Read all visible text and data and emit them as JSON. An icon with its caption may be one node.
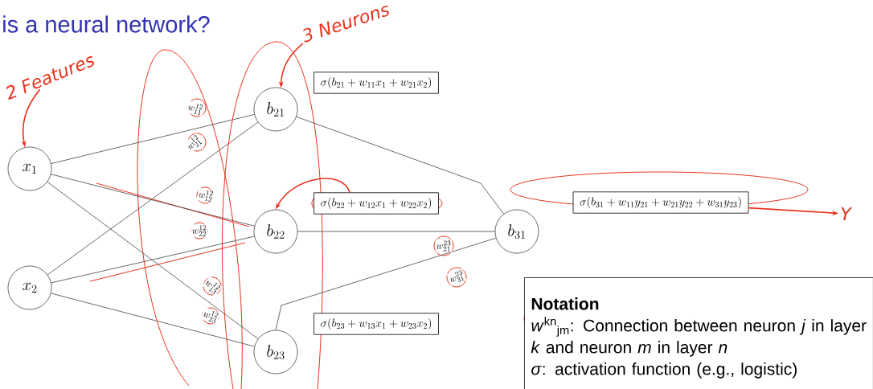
{
  "diagram": {
    "title": "is a neural network?",
    "nodes": [
      {
        "text": [
          "x_1"
        ]
      },
      {
        "text": [
          "x_2"
        ]
      },
      {
        "text": [
          "b_{21}"
        ]
      },
      {
        "text": [
          "b_{22}"
        ]
      },
      {
        "text": [
          "b_{23}"
        ]
      },
      {
        "text": [
          "b_{31}"
        ]
      },
      {
        "text": [
          "\\sigma(b_{21} + w_{11}x_1 + w_{21}x_2)"
        ]
      },
      {
        "text": [
          "\\sigma(b_{22} + w_{12}x_1 + w_{22}x_2)"
        ]
      },
      {
        "text": [
          "\\sigma(b_{23} + w_{13}x_1 + w_{23}x_2)"
        ]
      },
      {
        "text": [
          "\\sigma(b_{31} + w_{11}y_{21} + w_{21}y_{22} + w_{31}y_{23})"
        ]
      },
      {
        "text": [
          "Notation",
          "*w*$^{kn}$$_{jm}$: Connection between neuron *j* in layer *k* and neuron *m* in layer *n*",
          "*σ*: activation function (e.g., logistic)"
        ]
      },
      {
        "text": [
          "2 Features"
        ]
      },
      {
        "text": [
          "3 Neurons"
        ]
      },
      {
        "text": [
          "Y"
        ]
      }
    ],
    "edges": [
      {
        "from": 0,
        "to": 2,
        "arrow": "none",
        "label": "w^{12}_{11}"
      },
      {
        "from": 1,
        "to": 2,
        "arrow": "none",
        "label": "w^{12}_{21}"
      },
      {
        "from": 0,
        "to": 3,
        "arrow": "none",
        "label": "w^{12}_{12}"
      },
      {
        "from": 1,
        "to": 3,
        "arrow": "none",
        "label": "w^{12}_{22}"
      },
      {
        "from": 0,
        "to": 4,
        "arrow": "none",
        "label": "w^{12}_{13}"
      },
      {
        "from": 1,
        "to": 4,
        "arrow": "none",
        "label": "w^{12}_{23}"
      },
      {
        "from": 2,
        "to": 5,
        "arrow": "none"
      },
      {
        "from": 3,
        "to": 5,
        "arrow": "none",
        "label": "w^{23}_{21}"
      },
      {
        "from": 4,
        "to": 5,
        "arrow": "none",
        "label": "w^{23}_{31}"
      },
      {
        "from": 11,
        "to": 0,
        "arrow": "to",
        "color": "#e8321e"
      },
      {
        "from": 12,
        "to": 2,
        "arrow": "to",
        "color": "#e8321e"
      },
      {
        "from": 7,
        "to": 3,
        "arrow": "to",
        "color": "#e8321e"
      },
      {
        "from": 9,
        "to": 13,
        "arrow": "to",
        "color": "#e8321e"
      }
    ]
  }
}
